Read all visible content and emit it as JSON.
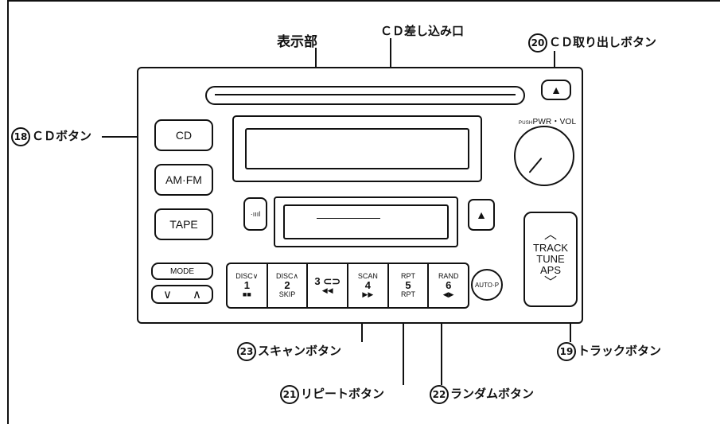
{
  "labels": {
    "display": "表示部",
    "cd_slot": "ＣＤ差し込み口",
    "cd_eject": {
      "num": "20",
      "text": "ＣＤ取り出しボタン"
    },
    "cd_button": {
      "num": "18",
      "text": "ＣＤボタン"
    },
    "track_button": {
      "num": "19",
      "text": "トラックボタン"
    },
    "scan_button": {
      "num": "23",
      "text": "スキャンボタン"
    },
    "repeat_button": {
      "num": "21",
      "text": "リピートボタン"
    },
    "random_button": {
      "num": "22",
      "text": "ランダムボタン"
    }
  },
  "unit": {
    "vol_push": "PUSH",
    "vol_label": "PWR・VOL",
    "cd": "CD",
    "amfm": "AM·FM",
    "tape": "TAPE",
    "mode": "MODE",
    "down": "∨",
    "up": "∧",
    "dolby": "·ıııl",
    "eject": "▲",
    "autop": "AUTO·P",
    "track_lines": [
      "TRACK",
      "TUNE",
      "APS"
    ],
    "presets": [
      {
        "top": "DISC∨",
        "num": "1",
        "bot": "■■"
      },
      {
        "top": "DISC∧",
        "num": "2",
        "bot": "SKIP"
      },
      {
        "top": "",
        "num": "3 ⊂⊃",
        "bot": "◀◀"
      },
      {
        "top": "SCAN",
        "num": "4",
        "bot": "▶▶"
      },
      {
        "top": "RPT",
        "num": "5",
        "bot": "RPT"
      },
      {
        "top": "RAND",
        "num": "6",
        "bot": "◀▶"
      }
    ]
  }
}
